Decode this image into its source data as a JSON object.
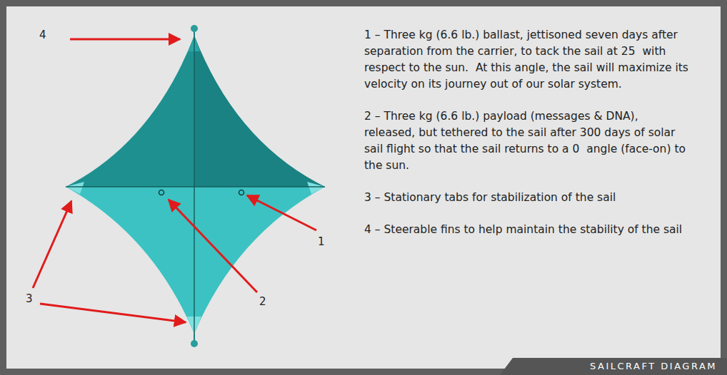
{
  "diagram": {
    "caption": "SAILCRAFT DIAGRAM",
    "labels": [
      "4",
      "3",
      "2",
      "1",
      "1 – Three kg (6.6 lb.) ballast, jettisoned seven days after separation from the carrier, to tack the sail at 25  with respect to the sun.  At this angle, the sail will maximize its velocity on its journey out of our solar system.",
      "2 – Three kg (6.6 lb.) payload (messages & DNA), released, but tethered to the sail after 300 days of solar sail flight so that the sail returns to a 0  angle (face-on) to the sun.",
      "3 – Stationary tabs for stabilization of the sail",
      "4 – Steerable fins to help maintain the stability of the sail"
    ]
  }
}
